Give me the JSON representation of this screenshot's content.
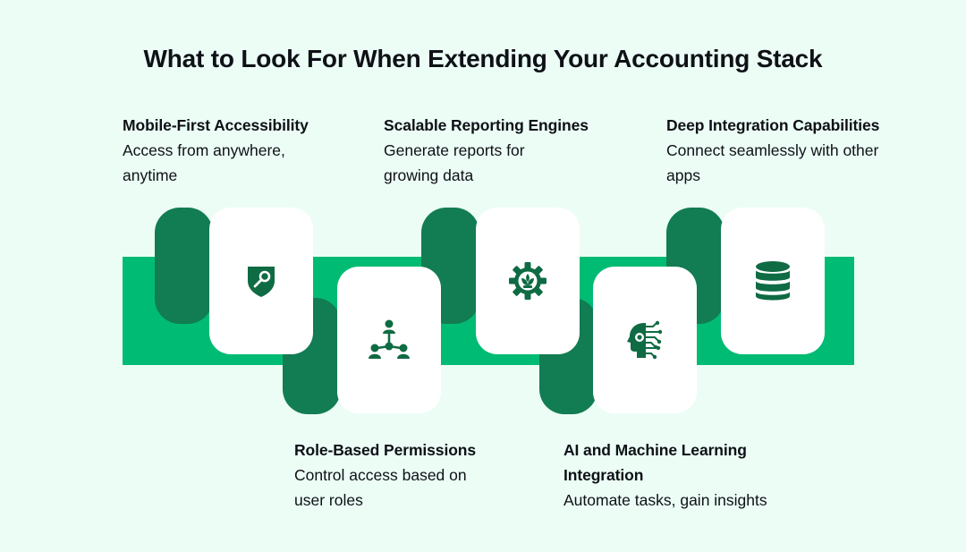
{
  "title": "What to Look For When Extending Your Accounting Stack",
  "colors": {
    "background": "#ecfdf6",
    "band": "#00bb73",
    "tab": "#127c52",
    "card": "#ffffff",
    "icon": "#0f6b43"
  },
  "items": [
    {
      "heading": "Mobile-First Accessibility",
      "description_lines": [
        "Access from anywhere,",
        "anytime"
      ],
      "icon": "shield-key-icon"
    },
    {
      "heading": "Role-Based Permissions",
      "description_lines": [
        "Control access based on",
        "user roles"
      ],
      "icon": "hierarchy-users-icon"
    },
    {
      "heading": "Scalable Reporting Engines",
      "description_lines": [
        "Generate reports for",
        "growing data"
      ],
      "icon": "gear-growth-icon"
    },
    {
      "heading_lines": [
        "AI and Machine Learning",
        "Integration"
      ],
      "description_lines": [
        "Automate tasks, gain insights"
      ],
      "icon": "ai-head-circuit-icon"
    },
    {
      "heading": "Deep Integration Capabilities",
      "description_lines": [
        "Connect seamlessly with other",
        "apps"
      ],
      "icon": "database-icon"
    }
  ]
}
